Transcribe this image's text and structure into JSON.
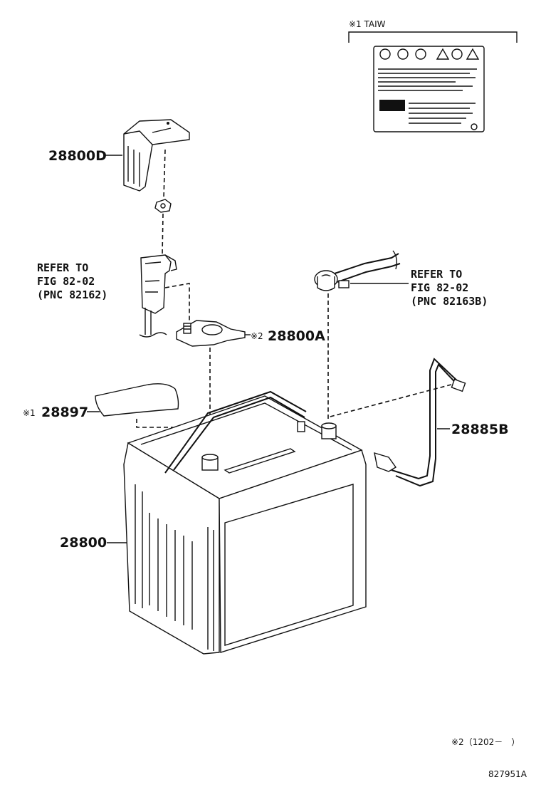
{
  "taiw_header": "※1 TAIW",
  "parts": {
    "cover": "28800D",
    "clamp_neg": "28800A",
    "clamp_neg_mark": "※2",
    "label_sheet": "28897",
    "label_sheet_mark": "※1",
    "vent_hose": "28885B",
    "battery": "28800"
  },
  "refs": {
    "left": {
      "line1": "REFER TO",
      "line2": "FIG 82-02",
      "line3": "(PNC 82162)"
    },
    "right": {
      "line1": "REFER TO",
      "line2": "FIG 82-02",
      "line3": "(PNC 82163B)"
    }
  },
  "footnote": "※2（1202－　）",
  "figure_id": "827951A"
}
